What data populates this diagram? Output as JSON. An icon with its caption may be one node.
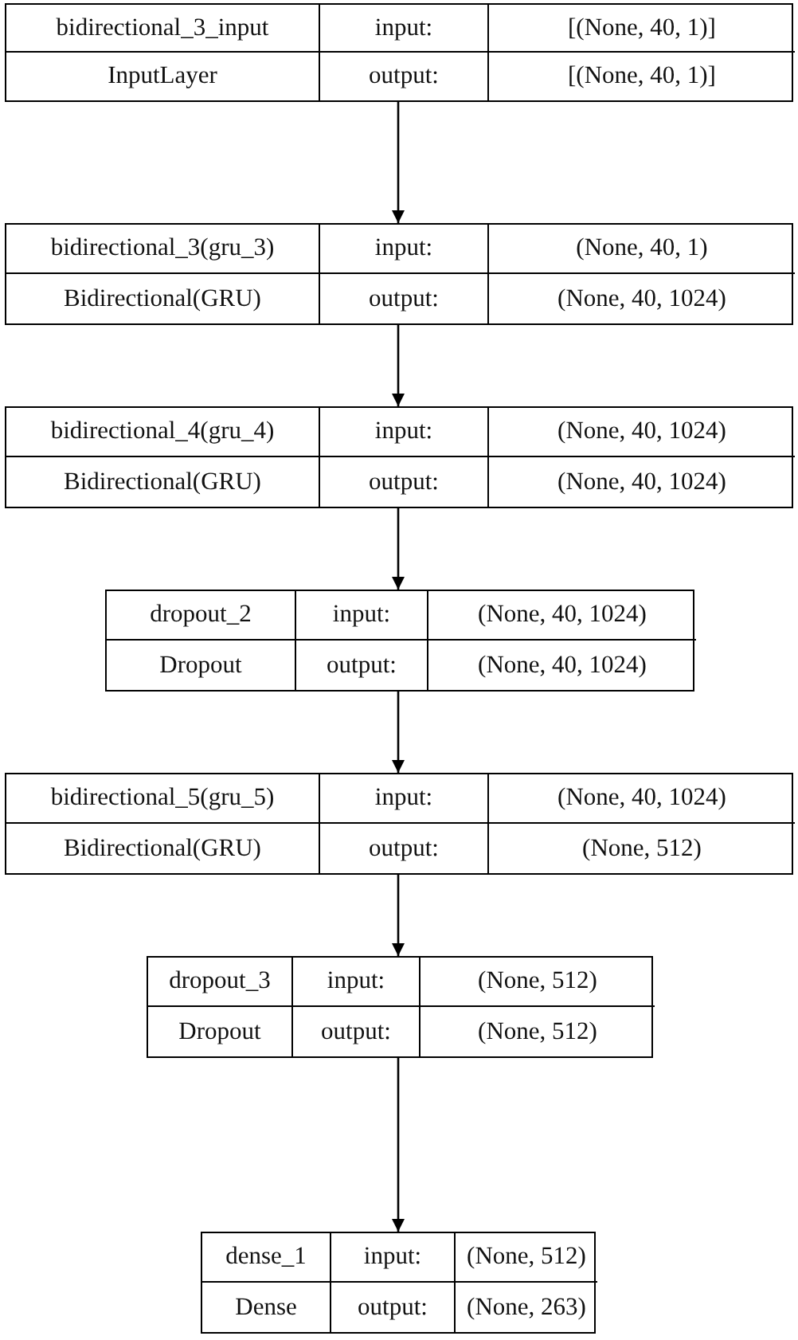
{
  "diagram": {
    "nodes": [
      {
        "text": [
          "bidirectional_3_input",
          "input:",
          "[(None, 40, 1)]",
          "InputLayer",
          "output:",
          "[(None, 40, 1)]"
        ]
      },
      {
        "text": [
          "bidirectional_3(gru_3)",
          "input:",
          "(None, 40, 1)",
          "Bidirectional(GRU)",
          "output:",
          "(None, 40, 1024)"
        ]
      },
      {
        "text": [
          "bidirectional_4(gru_4)",
          "input:",
          "(None, 40, 1024)",
          "Bidirectional(GRU)",
          "output:",
          "(None, 40, 1024)"
        ]
      },
      {
        "text": [
          "dropout_2",
          "input:",
          "(None, 40, 1024)",
          "Dropout",
          "output:",
          "(None, 40, 1024)"
        ]
      },
      {
        "text": [
          "bidirectional_5(gru_5)",
          "input:",
          "(None, 40, 1024)",
          "Bidirectional(GRU)",
          "output:",
          "(None, 512)"
        ]
      },
      {
        "text": [
          "dropout_3",
          "input:",
          "(None, 512)",
          "Dropout",
          "output:",
          "(None, 512)"
        ]
      },
      {
        "text": [
          "dense_1",
          "input:",
          "(None, 512)",
          "Dense",
          "output:",
          "(None, 263)"
        ]
      }
    ],
    "edges": [
      {
        "from": 0,
        "to": 1,
        "arrow": "to"
      },
      {
        "from": 1,
        "to": 2,
        "arrow": "to"
      },
      {
        "from": 2,
        "to": 3,
        "arrow": "to"
      },
      {
        "from": 3,
        "to": 4,
        "arrow": "to"
      },
      {
        "from": 4,
        "to": 5,
        "arrow": "to"
      },
      {
        "from": 5,
        "to": 6,
        "arrow": "to"
      }
    ]
  }
}
